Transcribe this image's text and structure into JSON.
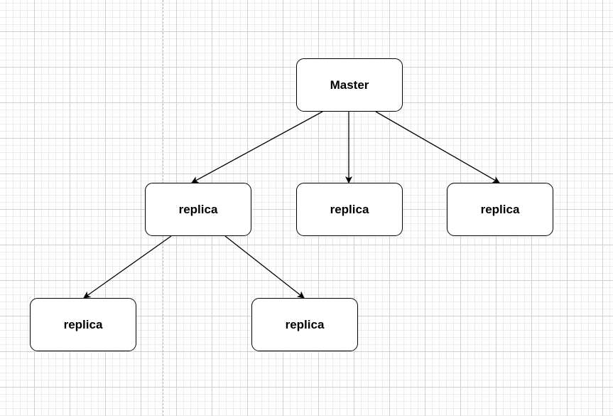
{
  "diagram": {
    "nodes": [
      {
        "id": "master",
        "label": "Master"
      },
      {
        "id": "replica_1",
        "label": "replica"
      },
      {
        "id": "replica_2",
        "label": "replica"
      },
      {
        "id": "replica_3",
        "label": "replica"
      },
      {
        "id": "replica_4",
        "label": "replica"
      },
      {
        "id": "replica_5",
        "label": "replica"
      }
    ],
    "edges": [
      {
        "from": "master",
        "to": "replica_1"
      },
      {
        "from": "master",
        "to": "replica_2"
      },
      {
        "from": "master",
        "to": "replica_3"
      },
      {
        "from": "replica_1",
        "to": "replica_4"
      },
      {
        "from": "replica_1",
        "to": "replica_5"
      }
    ],
    "colors": {
      "node_fill": "#ffffff",
      "node_stroke": "#000000",
      "edge": "#000000",
      "grid_major": "#d0d0d0",
      "grid_minor": "#ececec",
      "page_break": "#b8b8b8"
    }
  }
}
